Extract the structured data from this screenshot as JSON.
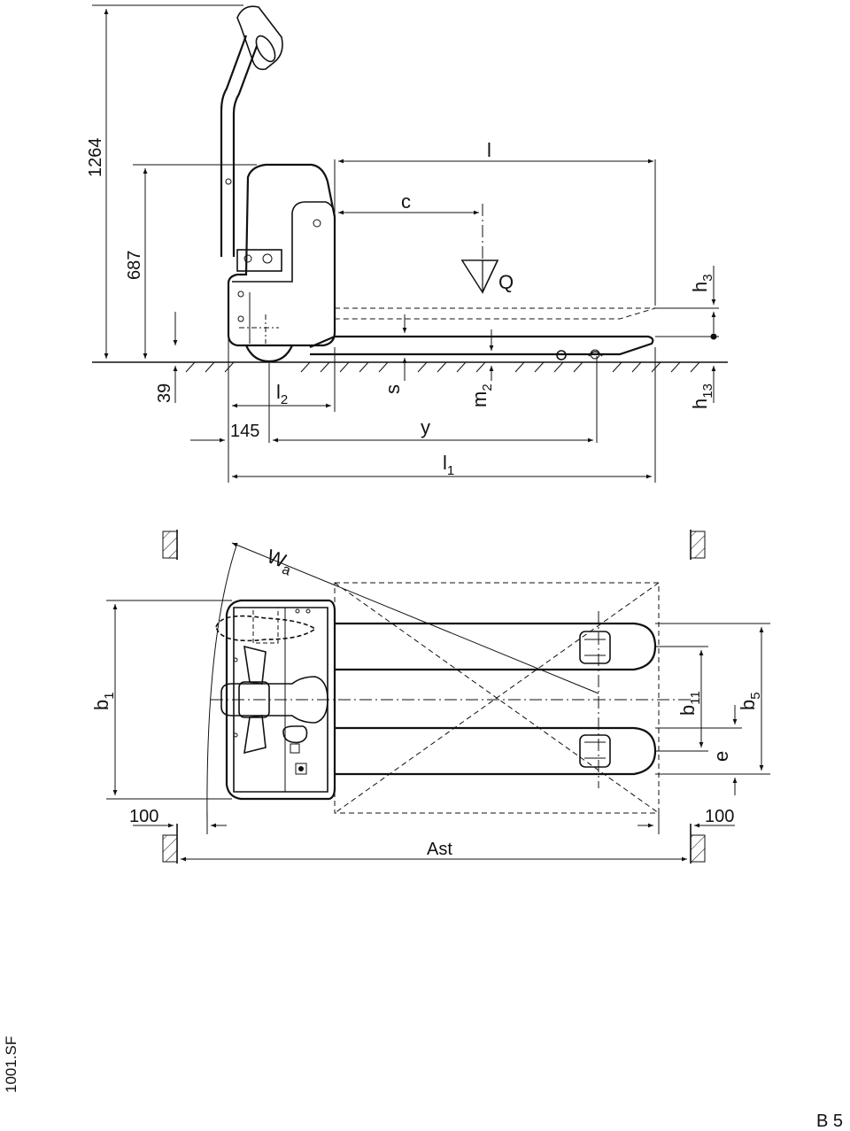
{
  "side_view": {
    "dims": {
      "overall_height": "1264",
      "tiller_height": "687",
      "ground_clearance_left": "39",
      "length": "l",
      "load_center": "c",
      "load": "Q",
      "fork_height": "h",
      "fork_height_sub": "3",
      "lowered_height": "h",
      "lowered_height_sub": "13",
      "drive_length": "l",
      "drive_length_sub": "2",
      "fork_thickness": "s",
      "ground_clearance": "m",
      "ground_clearance_sub": "2",
      "overhang": "145",
      "wheelbase": "y",
      "total_length": "l",
      "total_length_sub": "1"
    }
  },
  "top_view": {
    "dims": {
      "turning_radius": "W",
      "turning_radius_sub": "a",
      "overall_width": "b",
      "overall_width_sub": "1",
      "fork_outer_width": "b",
      "fork_outer_width_sub": "11",
      "fork_spread": "b",
      "fork_spread_sub": "5",
      "fork_width": "e",
      "clearance_left": "100",
      "clearance_right": "100",
      "aisle_width": "Ast"
    }
  },
  "drawing_code": "1001.SF",
  "page_id": "B 5"
}
